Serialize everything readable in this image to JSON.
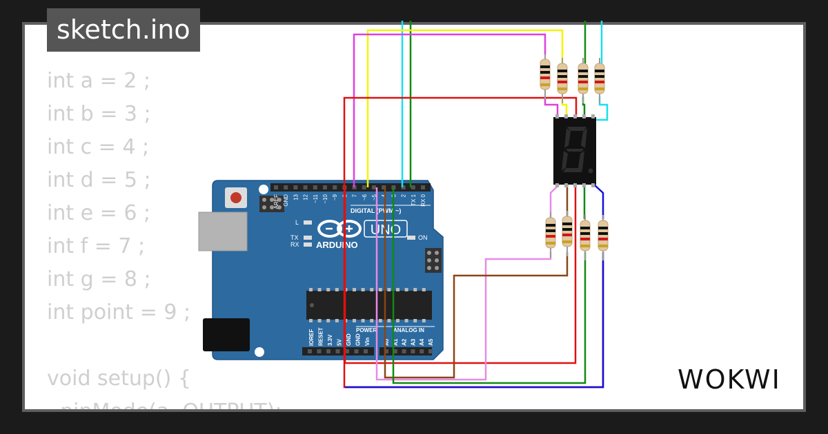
{
  "tab": {
    "filename": "sketch.ino"
  },
  "code_lines": [
    "int a = 2 ;",
    "int b = 3 ;",
    "int c = 4 ;",
    "int d = 5 ;",
    "int e = 6 ;",
    "int f = 7 ;",
    "int g = 8 ;",
    "int point = 9 ;",
    "",
    "void setup() {",
    "  pinMode(a, OUTPUT);"
  ],
  "board": {
    "brand": "ARDUINO",
    "model": "UNO",
    "header_digital": "DIGITAL (PWM ~)",
    "header_power": "POWER",
    "header_analog": "ANALOG IN",
    "led_l": "L",
    "led_tx": "TX",
    "led_rx": "RX",
    "led_on": "ON",
    "digital_pins": [
      "AREF",
      "GND",
      "13",
      "12",
      "~11",
      "~10",
      "~9",
      "8",
      "7",
      "~6",
      "~5",
      "4",
      "~3",
      "2",
      "TX 1",
      "RX 0"
    ],
    "power_pins": [
      "IOREF",
      "RESET",
      "3.3V",
      "5V",
      "GND",
      "GND",
      "Vin"
    ],
    "analog_pins": [
      "A0",
      "A1",
      "A2",
      "A3",
      "A4",
      "A5"
    ]
  },
  "colors": {
    "board": "#2c6aa0",
    "wire_magenta": "#e040e0",
    "wire_yellow": "#f5f500",
    "wire_cyan": "#18e0f0",
    "wire_green": "#108a10",
    "wire_red": "#e01010",
    "wire_pink": "#e88ae8",
    "wire_brown": "#8a4513",
    "wire_blue": "#1010d8"
  },
  "brand": {
    "logo_text": "WOKWI"
  }
}
